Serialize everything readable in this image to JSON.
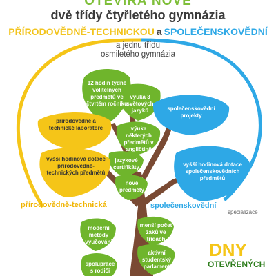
{
  "header": {
    "line1": "OTEVÍRÁ NOVĚ",
    "line2": "dvě třídy čtyřletého gymnázia",
    "track_science": "PŘÍRODOVĚDNĚ-TECHNICKOU",
    "connector": "a",
    "track_social": "SPOLEČENSKOVĚDNÍ",
    "sub1": "a jednu třídu",
    "sub2": "osmiletého gymnázia"
  },
  "colors": {
    "green": "#6fb52c",
    "yellow": "#f5c518",
    "blue": "#2ea8e6",
    "trunk": "#7a4a33"
  },
  "leaves": {
    "g1": "12 hodin týdně volitelných předmětů ve čtvrtém ročníku",
    "g2": "výuka 3 světových jazyků",
    "g3": "výuka některých předmětů v angličtině",
    "g4": "jazykové certifikáty",
    "g5": "nové předměty",
    "g6": "moderní metody vyučování",
    "g7": "menší počet žáků ve třídách",
    "g8": "aktivní studentský parlament",
    "g9": "spolupráce s rodiči",
    "y1": "přírodovědné a technické laboratoře",
    "y2": "vyšší hodinová dotace přírodovědně-technických předmětů",
    "b1": "společenskovědní projekty",
    "b2": "vyšší hodinová dotace společenskovědních předmětů"
  },
  "labels": {
    "side_science": "přírodovědně-technická",
    "side_social": "společenskovědní",
    "specialization": "specializace",
    "dny": "DNY",
    "otevrenych": "OTEVŘENÝCH"
  }
}
